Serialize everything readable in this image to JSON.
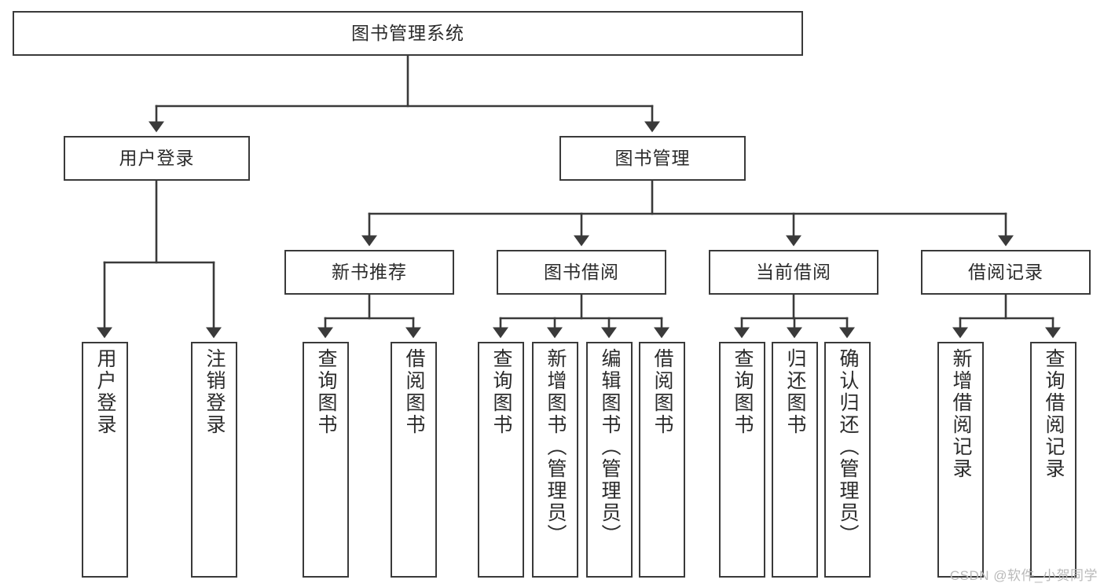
{
  "diagram": {
    "title": "图书管理系统",
    "watermark": "CSDN @软件_小贺同学",
    "colors": {
      "background": "#ffffff",
      "box_border": "#3a3a3a",
      "box_fill": "#ffffff",
      "connector": "#3a3a3a",
      "text": "#2b2b2b",
      "watermark": "#b9b9b9"
    },
    "root": {
      "label": "图书管理系统"
    },
    "level2": [
      {
        "label": "用户登录"
      },
      {
        "label": "图书管理"
      }
    ],
    "level3": [
      {
        "label": "新书推荐"
      },
      {
        "label": "图书借阅"
      },
      {
        "label": "当前借阅"
      },
      {
        "label": "借阅记录"
      }
    ],
    "leaves": {
      "user_login": [
        {
          "label": "用户登录"
        },
        {
          "label": "注销登录"
        }
      ],
      "new_book": [
        {
          "label": "查询图书"
        },
        {
          "label": "借阅图书"
        }
      ],
      "book_borrow": [
        {
          "label": "查询图书"
        },
        {
          "label": "新增图书（管理员）"
        },
        {
          "label": "编辑图书（管理员）"
        },
        {
          "label": "借阅图书"
        }
      ],
      "current_borrow": [
        {
          "label": "查询图书"
        },
        {
          "label": "归还图书"
        },
        {
          "label": "确认归还（管理员）"
        }
      ],
      "borrow_record": [
        {
          "label": "新增借阅记录"
        },
        {
          "label": "查询借阅记录"
        }
      ]
    }
  }
}
